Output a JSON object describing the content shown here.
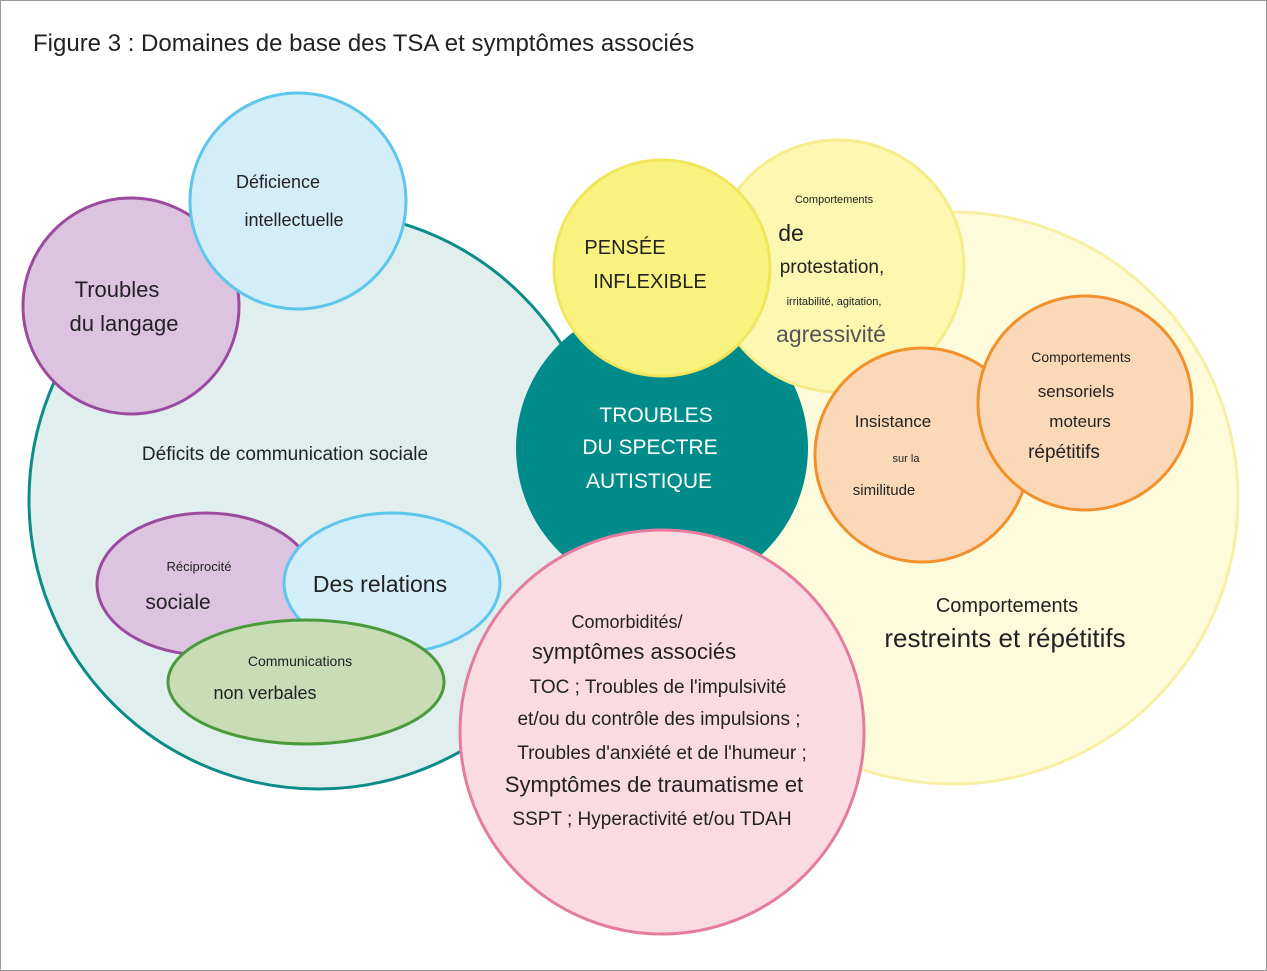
{
  "title": "Figure 3 : Domaines de base des TSA et symptômes associés",
  "colors": {
    "social_fill": "#e0efee",
    "social_stroke": "#0b8c88",
    "restricted_fill": "#fefbdd",
    "restricted_stroke": "#f7f0a4",
    "center_fill": "#008b8b",
    "purple_fill": "#dcc4e0",
    "purple_stroke": "#9c4a9e",
    "blue_fill": "#d3eef9",
    "blue_stroke": "#5cc6ec",
    "green_fill": "#c8dcb6",
    "green_stroke": "#4a9a3c",
    "yellow_fill": "#faf27e",
    "yellow_stroke": "#f1e65a",
    "lightyellow_fill": "#fdf7b2",
    "lightyellow_stroke": "#f5ec8a",
    "orange_fill": "#fbd9b8",
    "orange_stroke": "#f2902a",
    "pink_fill": "#fadbe2",
    "pink_stroke": "#e57c9f"
  },
  "nodes": {
    "social": {
      "label": "Déficits de communication sociale"
    },
    "restricted": {
      "line1": "Comportements",
      "line2": "restreints et répétitifs"
    },
    "center": {
      "line1": "TROUBLES",
      "line2": "DU SPECTRE",
      "line3": "AUTISTIQUE"
    },
    "language": {
      "line1": "Troubles",
      "line2": "du langage"
    },
    "intellectual": {
      "line1": "Déficience",
      "line2": "intellectuelle"
    },
    "reciprocity": {
      "line1": "Réciprocité",
      "line2": "sociale"
    },
    "relations": {
      "label": "Des relations"
    },
    "nonverbal": {
      "line1": "Communications",
      "line2": "non verbales"
    },
    "inflexible": {
      "line1": "PENSÉE",
      "line2": "INFLEXIBLE"
    },
    "protest": {
      "line1": "Comportements",
      "line2": "de",
      "line3": "protestation,",
      "line4": "irritabilité, agitation,",
      "line5": "agressivité"
    },
    "sameness": {
      "line1": "Insistance",
      "line2": "sur la",
      "line3": "similitude"
    },
    "sensory": {
      "line1": "Comportements",
      "line2": "sensoriels",
      "line3": "moteurs",
      "line4": "répétitifs"
    },
    "comorbid": {
      "line1": "Comorbidités/",
      "line2": "symptômes associés",
      "line3": "TOC ; Troubles de l'impulsivité",
      "line4": "et/ou du contrôle des impulsions ;",
      "line5": "Troubles d'anxiété et de l'humeur ;",
      "line6": "Symptômes de traumatisme et",
      "line7": "SSPT ; Hyperactivité et/ou TDAH"
    }
  }
}
